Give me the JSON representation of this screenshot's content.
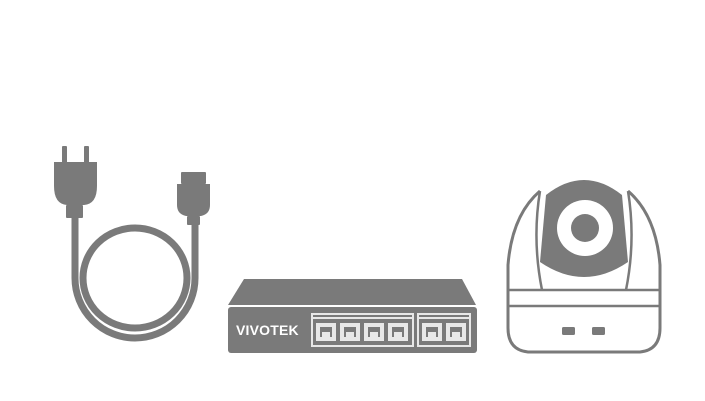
{
  "illustration": {
    "switch": {
      "brand": "VIVOTEK",
      "poe_port_count": 4,
      "uplink_port_count": 2
    },
    "colors": {
      "device_gray": "#7a7a7a",
      "port_light": "#e8e8e8",
      "background": "#ffffff",
      "label_white": "#ffffff"
    },
    "icons": {
      "power_cable": "power-cable-icon",
      "switch": "poe-switch-icon",
      "camera": "ptz-camera-icon"
    }
  }
}
